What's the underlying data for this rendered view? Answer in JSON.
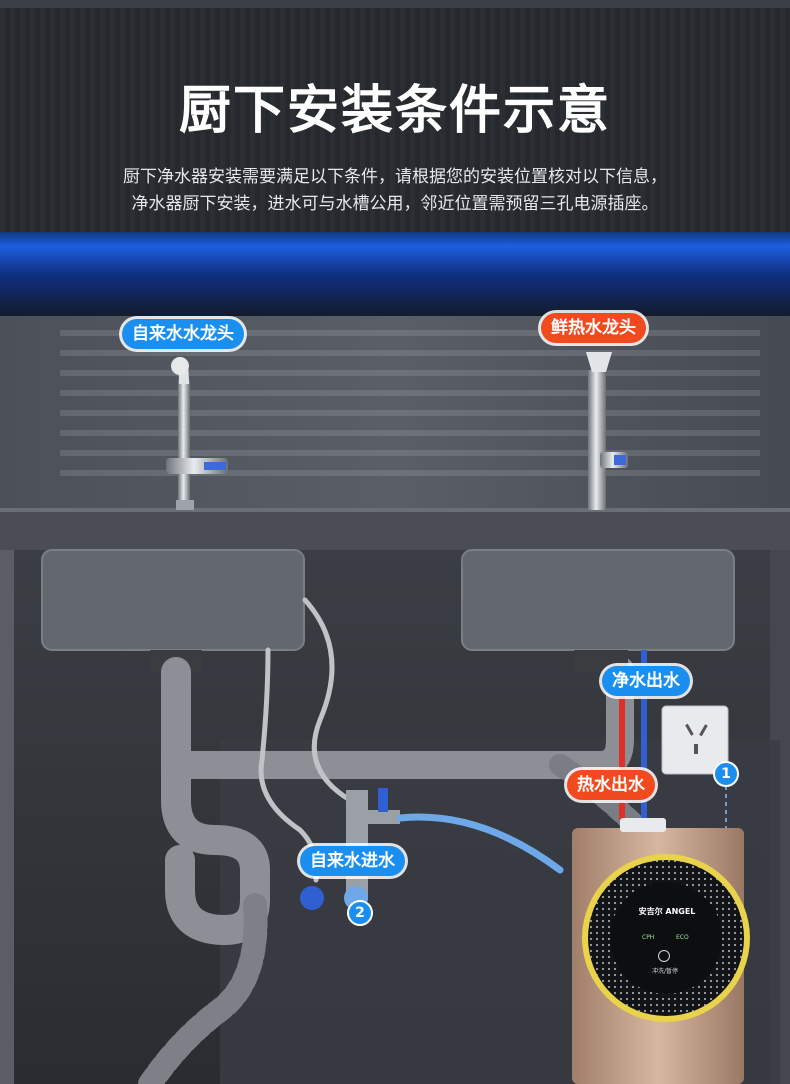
{
  "header": {
    "title": "厨下安装条件示意",
    "subtitle_line1": "厨下净水器安装需要满足以下条件，请根据您的安装位置核对以下信息，",
    "subtitle_line2": "净水器厨下安装，进水可与水槽公用，邻近位置需预留三孔电源插座。"
  },
  "callouts": {
    "tap_water_faucet": "自来水水龙头",
    "hot_water_faucet": "鲜热水龙头",
    "purified_outlet": "净水出水",
    "hot_outlet": "热水出水",
    "tap_water_inlet": "自来水进水"
  },
  "markers": {
    "socket_number": "1",
    "valve_number": "2"
  },
  "device": {
    "brand": "安吉尔 ANGEL",
    "badge_left": "CPH",
    "badge_right": "ECO",
    "button_caption": "冲洗/暂停"
  },
  "colors": {
    "accent_blue": "#1a8ff0",
    "accent_red": "#f04a1e",
    "device_ring": "#e8d34a",
    "ambient_blue": "#1c5fe0"
  }
}
